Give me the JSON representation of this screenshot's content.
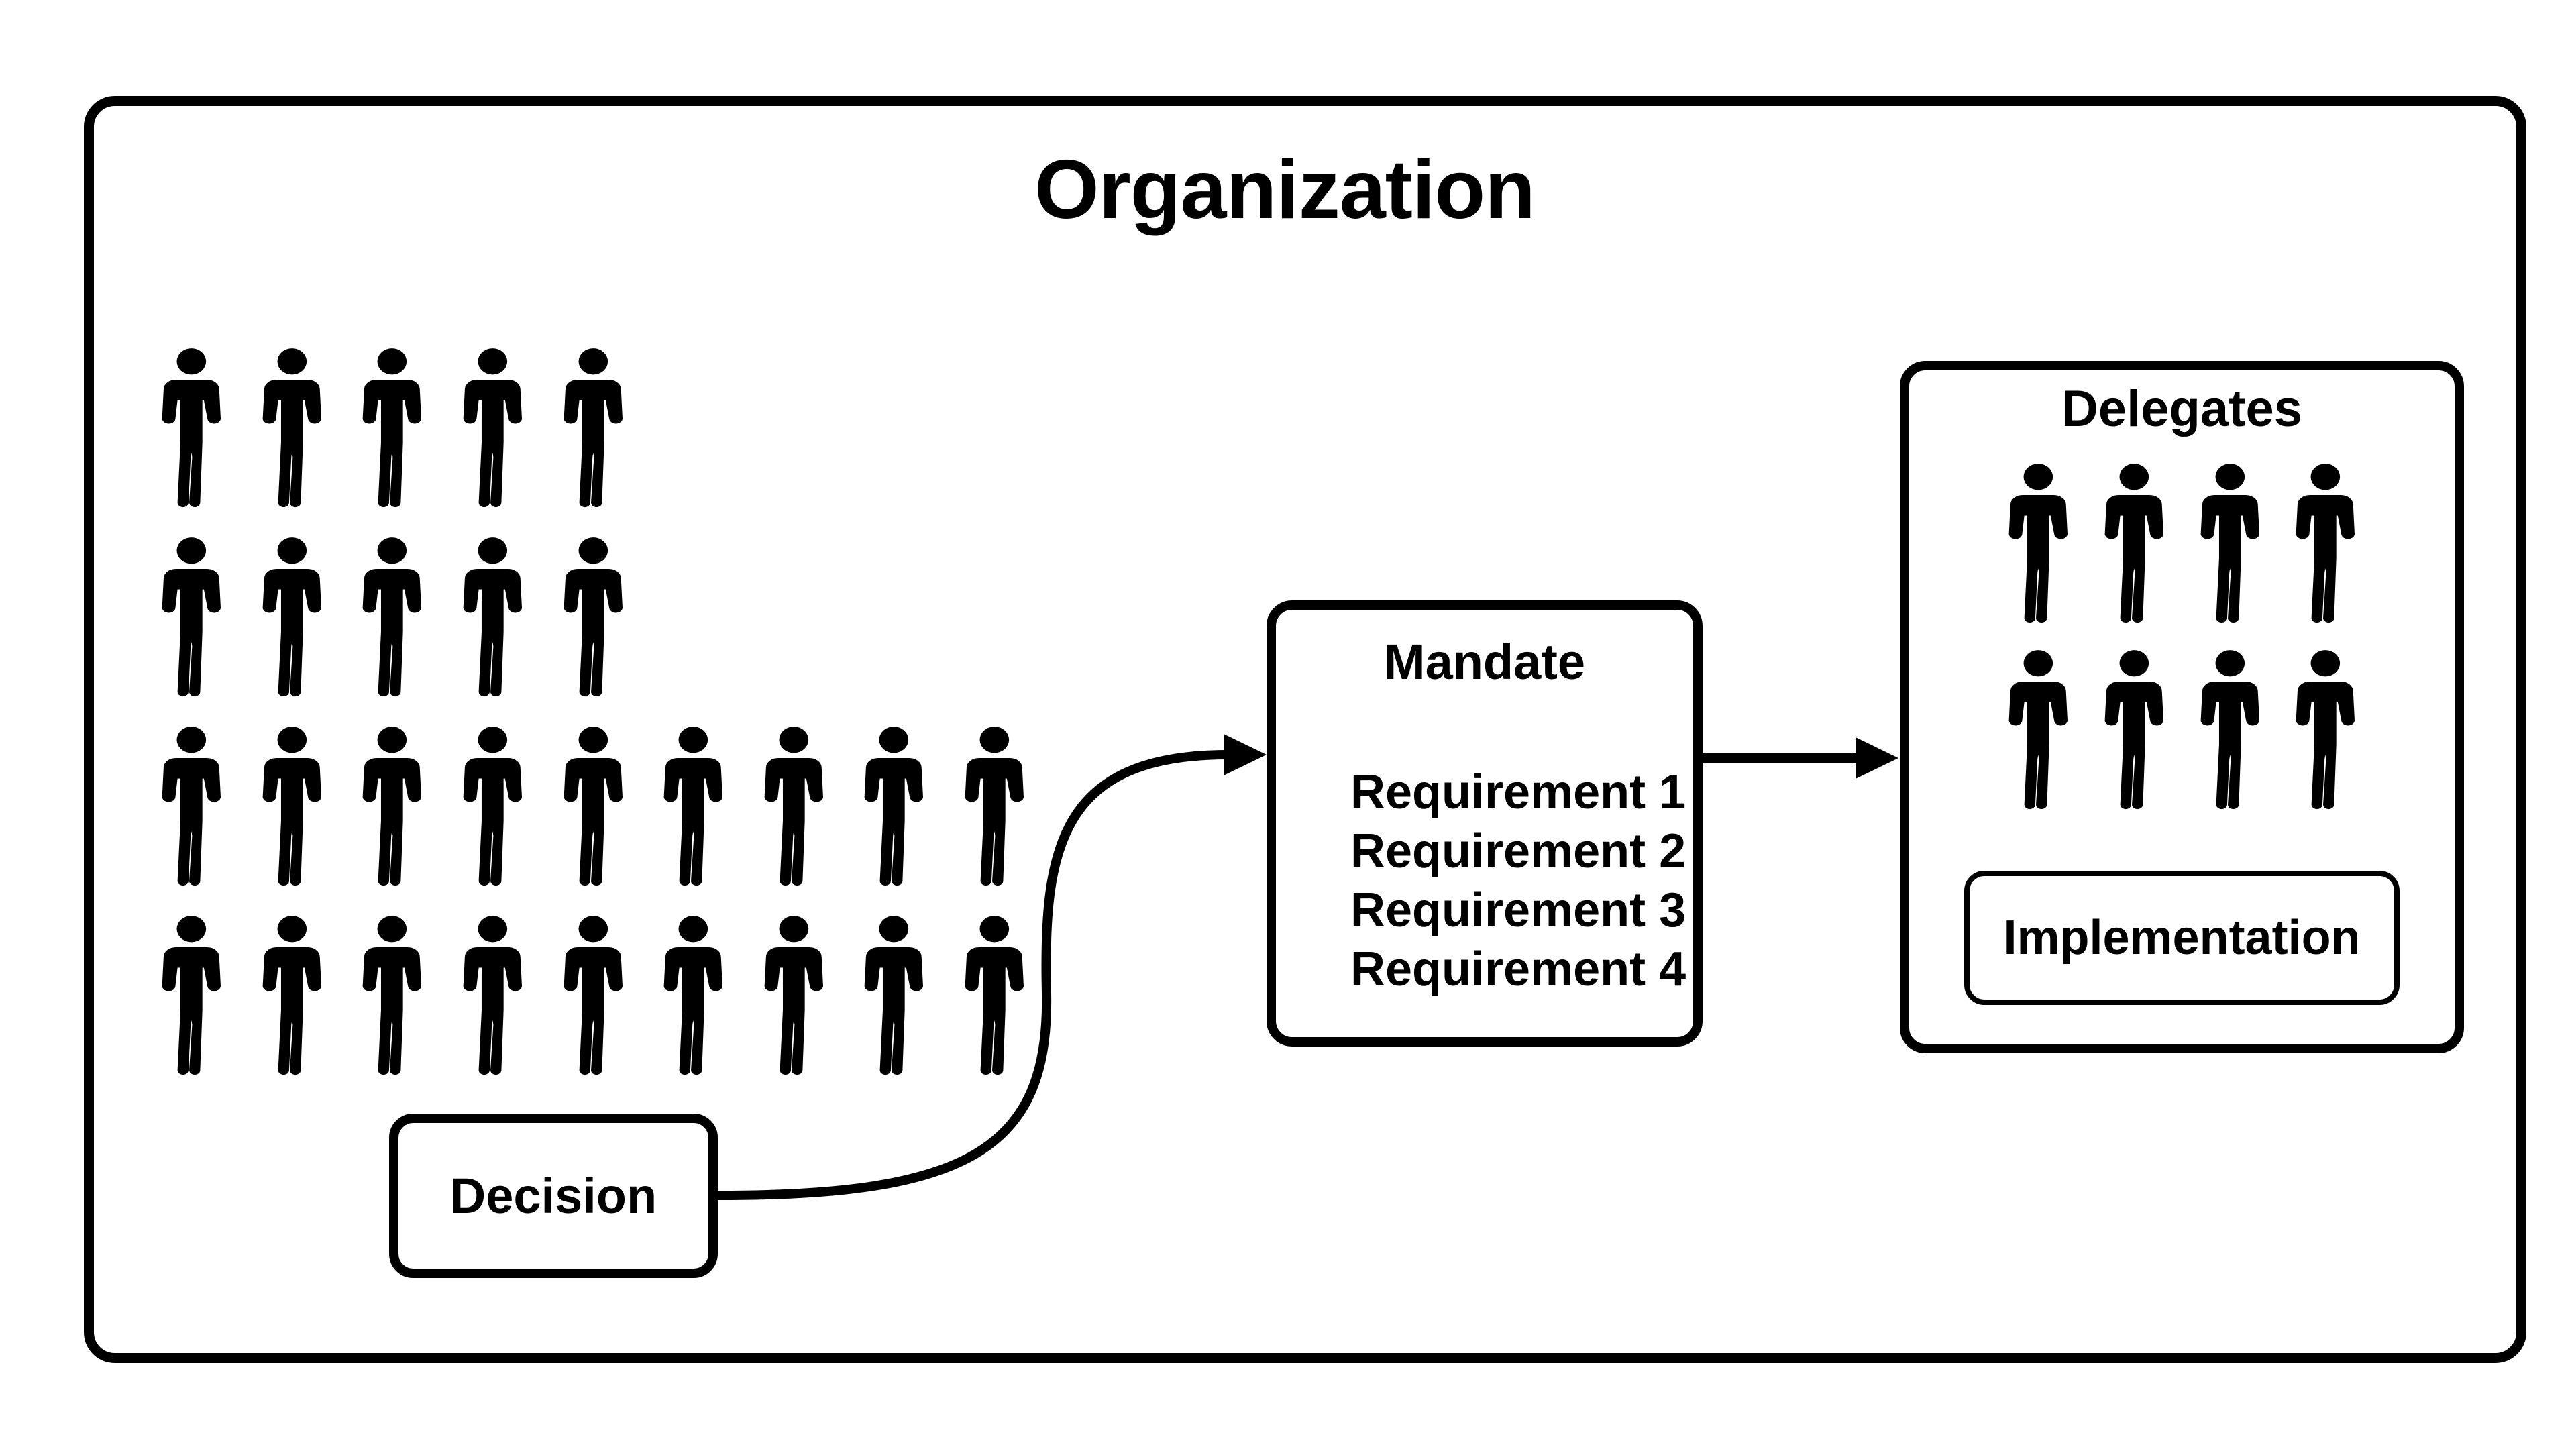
{
  "organization": {
    "title": "Organization"
  },
  "people_grid": {
    "rows": [
      5,
      5,
      9,
      9
    ]
  },
  "decision": {
    "label": "Decision"
  },
  "mandate": {
    "title": "Mandate",
    "requirements": [
      "Requirement 1",
      "Requirement 2",
      "Requirement 3",
      "Requirement 4"
    ]
  },
  "delegates": {
    "title": "Delegates",
    "people_rows": [
      4,
      4
    ],
    "implementation": {
      "label": "Implementation"
    }
  },
  "icons": {
    "person": "person-icon"
  },
  "colors": {
    "ink": "#000000",
    "background": "#ffffff"
  }
}
